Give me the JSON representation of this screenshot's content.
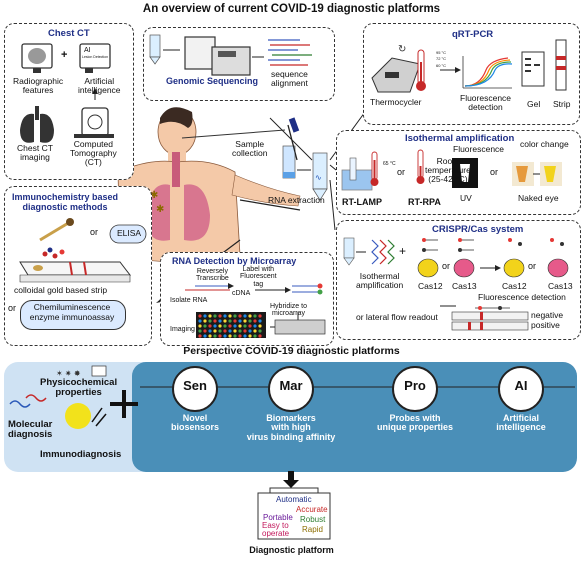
{
  "title": "An overview of current COVID-19 diagnostic platforms",
  "chest_ct": {
    "title": "Chest CT",
    "plus": "+",
    "monitor_text": "AI",
    "monitor_sub": "Lesion Detection",
    "radiographic": "Radiographic\nfeatures",
    "ai": "Artificial\nintelligence",
    "imaging": "Chest CT\nimaging",
    "computed": "Computed\nTomography\n(CT)"
  },
  "genomic": {
    "title": "Genomic Sequencing",
    "alignment": "sequence\nalignment"
  },
  "sample": {
    "collection": "Sample\ncollection",
    "extraction": "RNA extraction"
  },
  "qrtpcr": {
    "title": "qRT-PCR",
    "thermocycler": "Thermocycler",
    "fluorescence": "Fluorescence\ndetection",
    "gel": "Gel",
    "strip": "Strip",
    "temps": [
      "95 °C",
      "72 °C",
      "60 °C"
    ]
  },
  "isothermal": {
    "title": "Isothermal amplification",
    "fluorescence": "Fluorescence",
    "color_change": "color change",
    "or1": "or",
    "or2": "or",
    "room": "Room\ntemperature\n(25-42 °C)",
    "temp65": "65 °C",
    "rt_lamp": "RT-LAMP",
    "rt_rpa": "RT-RPA",
    "uv": "UV",
    "naked_eye": "Naked eye"
  },
  "immuno": {
    "title": "Immunochemistry based\ndiagnostic methods",
    "or": "or",
    "elisa": "ELISA",
    "strip": "colloidal gold based strip",
    "or2": "or",
    "chemi": "Chemiluminescence\nenzyme immunoassay"
  },
  "microarray": {
    "title": "RNA Detection by Microarray",
    "reverse": "Reversely\nTranscribe",
    "label": "Label with\nFluorescent\ntag",
    "isolate": "Isolate RNA",
    "cdna": "cDNA",
    "hybridize": "Hybridize to\nmicroarray",
    "imaging": "Imaging"
  },
  "crispr": {
    "title": "CRISPR/Cas system",
    "iso": "Isothermal\namplification",
    "plus": "+",
    "or1": "or",
    "or2": "or",
    "cas12a": "Cas12",
    "cas13a": "Cas13",
    "cas12b": "Cas12",
    "cas13b": "Cas13",
    "fluor": "Fluorescence detection",
    "lateral": "or lateral flow readout",
    "negative": "negative",
    "positive": "positive"
  },
  "perspective": {
    "title": "Perspective COVID-19 diagnostic platforms",
    "physico": "Physicochemical\nproperties",
    "molecular": "Molecular\ndiagnosis",
    "immuno": "Immunodiagnosis",
    "items": [
      {
        "abbr": "Sen",
        "label": "Novel\nbiosensors"
      },
      {
        "abbr": "Mar",
        "label": "Biomarkers\nwith high\nvirus binding affinity"
      },
      {
        "abbr": "Pro",
        "label": "Probes with\nunique properties"
      },
      {
        "abbr": "AI",
        "label": "Artificial\nintelligence"
      }
    ]
  },
  "platform": {
    "automatic": "Automatic",
    "accurate": "Accurate",
    "portable": "Portable",
    "robust": "Robust",
    "easy": "Easy to\noperate",
    "rapid": "Rapid",
    "caption": "Diagnostic platform"
  }
}
